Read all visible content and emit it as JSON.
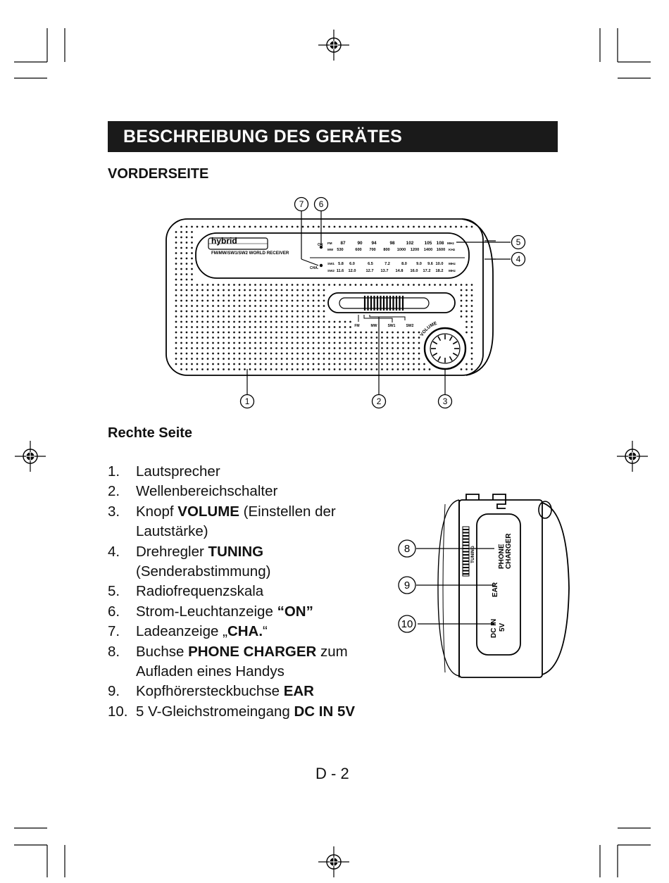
{
  "section_title": "BESCHREIBUNG DES GERÄTES",
  "front_heading": "VORDERSEITE",
  "side_heading": "Rechte Seite",
  "radio_front": {
    "logo": "hybrid",
    "model_text": "FM/MW/SW1/SW2 WORLD RECEIVER",
    "indicator_on": "ON",
    "indicator_cha": "CHA.",
    "dial_rows": [
      {
        "band": "FM",
        "values": [
          "87",
          "90",
          "94",
          "98",
          "102",
          "105",
          "108"
        ],
        "unit": "MHz"
      },
      {
        "band": "MW",
        "values": [
          "530",
          "600",
          "700",
          "800",
          "1000",
          "1200",
          "1400",
          "1600"
        ],
        "unit": "KHz"
      },
      {
        "band": "SW1",
        "values": [
          "5.8",
          "6.0",
          "6.5",
          "7.2",
          "8.0",
          "9.0",
          "9.6",
          "10.0"
        ],
        "unit": "MHz"
      },
      {
        "band": "SW2",
        "values": [
          "11.6",
          "12.0",
          "12.7",
          "13.7",
          "14.8",
          "16.0",
          "17.2",
          "18.2"
        ],
        "unit": "MHz"
      }
    ],
    "band_switch_labels": [
      "FM",
      "MW",
      "SW1",
      "SW2"
    ],
    "volume_label": "VOLUME",
    "callouts": [
      "1",
      "2",
      "3",
      "4",
      "5",
      "6",
      "7"
    ]
  },
  "radio_side": {
    "tuning_label": "TUNING",
    "phone_charger_label": [
      "PHONE",
      "CHARGER"
    ],
    "ear_label": "EAR",
    "dc_label": [
      "DC IN",
      "5V"
    ],
    "callouts": [
      "8",
      "9",
      "10"
    ]
  },
  "features": [
    {
      "num": "1.",
      "lines": [
        [
          {
            "t": "Lautsprecher",
            "b": false
          }
        ]
      ]
    },
    {
      "num": "2.",
      "lines": [
        [
          {
            "t": "Wellenbereichschalter",
            "b": false
          }
        ]
      ]
    },
    {
      "num": "3.",
      "lines": [
        [
          {
            "t": "Knopf ",
            "b": false
          },
          {
            "t": "VOLUME",
            "b": true
          },
          {
            "t": " (Einstellen der",
            "b": false
          }
        ],
        [
          {
            "t": "Lautstärke)",
            "b": false
          }
        ]
      ]
    },
    {
      "num": "4.",
      "lines": [
        [
          {
            "t": "Drehregler ",
            "b": false
          },
          {
            "t": "TUNING",
            "b": true
          }
        ],
        [
          {
            "t": "(Senderabstimmung)",
            "b": false
          }
        ]
      ]
    },
    {
      "num": "5.",
      "lines": [
        [
          {
            "t": "Radiofrequenzskala",
            "b": false
          }
        ]
      ]
    },
    {
      "num": "6.",
      "lines": [
        [
          {
            "t": "Strom-Leuchtanzeige ",
            "b": false
          },
          {
            "t": "“ON”",
            "b": true
          }
        ]
      ]
    },
    {
      "num": "7.",
      "lines": [
        [
          {
            "t": "Ladeanzeige „",
            "b": false
          },
          {
            "t": "CHA.",
            "b": true
          },
          {
            "t": "“",
            "b": false
          }
        ]
      ]
    },
    {
      "num": "8.",
      "lines": [
        [
          {
            "t": "Buchse ",
            "b": false
          },
          {
            "t": "PHONE CHARGER",
            "b": true
          },
          {
            "t": " zum",
            "b": false
          }
        ],
        [
          {
            "t": "Aufladen eines Handys",
            "b": false
          }
        ]
      ]
    },
    {
      "num": "9.",
      "lines": [
        [
          {
            "t": "Kopfhörersteckbuchse ",
            "b": false
          },
          {
            "t": "EAR",
            "b": true
          }
        ]
      ]
    },
    {
      "num": "10.",
      "lines": [
        [
          {
            "t": "5 V-Gleichstromeingang ",
            "b": false
          },
          {
            "t": "DC IN 5V",
            "b": true
          }
        ]
      ]
    }
  ],
  "page_number": "D - 2"
}
